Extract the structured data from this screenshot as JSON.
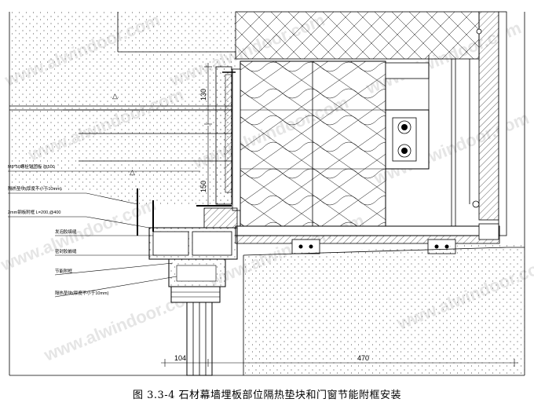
{
  "caption": "图 3.3-4  石材幕墙埋板部位隔热垫块和门窗节能附框安装",
  "dimensions": {
    "upper_vertical": "130",
    "lower_vertical": "150",
    "bottom_left": "104",
    "bottom_right": "470"
  },
  "annotations": {
    "embed_plate": "M8*50螺栓锚固板 @500",
    "label_2": "隔热垫块(厚度不小于10mm)",
    "label_3": "2mm钢板附框 L=200,@400",
    "label_4": "发泡胶填缝",
    "label_5": "密封胶嵌缝",
    "label_6": "节能附框",
    "label_7": "隔热垫块(厚度不小于10mm)"
  },
  "section_marks": [
    "△",
    "△"
  ],
  "watermark": "www.alwindoor.com",
  "colors": {
    "line": "#000000",
    "watermark": "#c8c8c8",
    "fill_light": "#f2f2f2"
  }
}
